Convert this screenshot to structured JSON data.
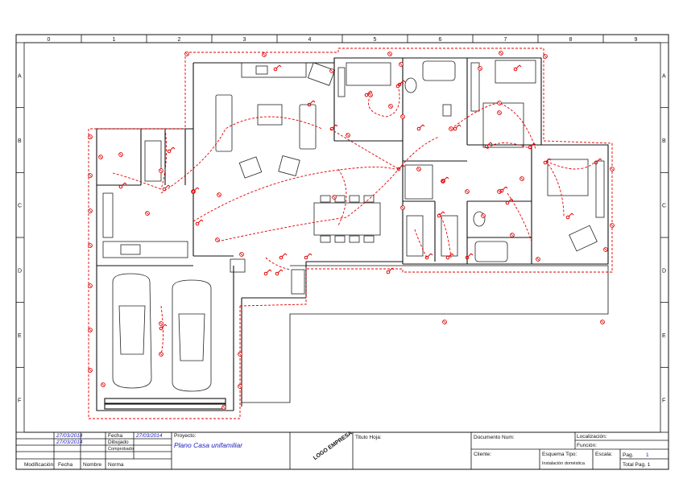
{
  "frame": {
    "columns": [
      "0",
      "1",
      "2",
      "3",
      "4",
      "5",
      "6",
      "7",
      "8",
      "9"
    ],
    "rows": [
      "A",
      "B",
      "C",
      "D",
      "E",
      "F"
    ]
  },
  "title_block": {
    "revisions": [
      {
        "date": "27/03/2014",
        "role": "Fecha"
      },
      {
        "date": "27/03/2014",
        "role": "Dibujado"
      },
      {
        "date": "",
        "role": "Comprobado"
      }
    ],
    "header_modificacion": "Modificación",
    "header_fecha": "Fecha",
    "header_nombre": "Nombre",
    "header_norma": "Norma",
    "date_main": "27/03/2014",
    "proyecto_label": "Proyecto:",
    "proyecto_value": "Plano Casa unifamiliar",
    "logo": "LOGO EMPRESA",
    "titulo_label": "Titulo Hoja:",
    "documento_label": "Documento Num:",
    "cliente_label": "Cliente:",
    "esquema_label": "Esquema Tipo:",
    "esquema_value": "Instalación doméstica",
    "escala_label": "Escala:",
    "localizacion_label": "Localización:",
    "funcion_label": "Función:",
    "pag_label": "Pag.",
    "pag_value": "1",
    "total_label": "Total Pag. 1"
  },
  "colors": {
    "wiring": "#e00000",
    "lines": "#111111",
    "text_blue": "#2020c0"
  }
}
